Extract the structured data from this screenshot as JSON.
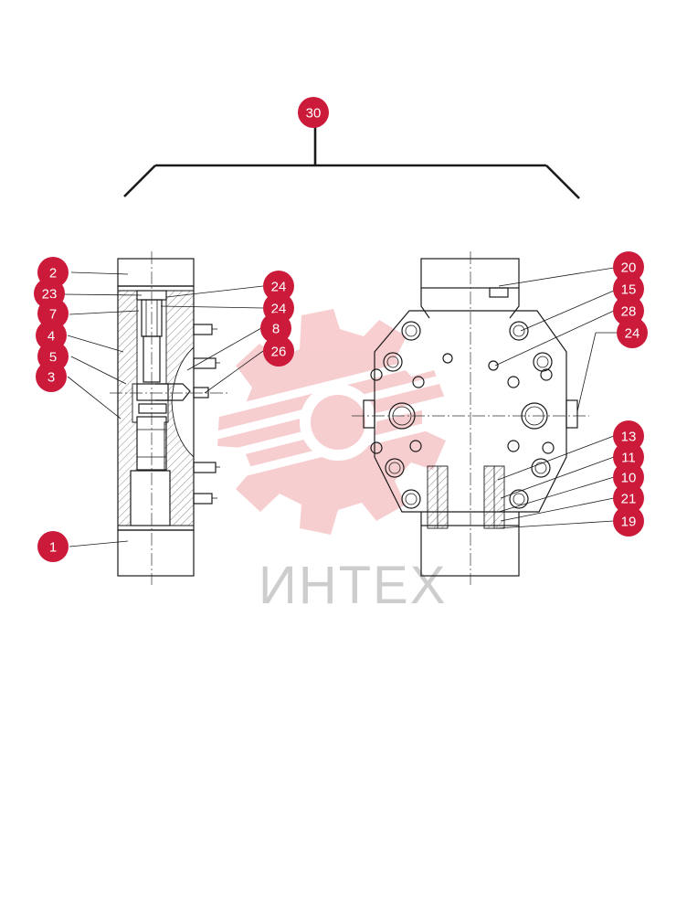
{
  "watermark": {
    "text": "ИНТЕХ",
    "logo_icon": "gear-logo-icon",
    "color": "#f7c9cc"
  },
  "badge_color": "#cc1a3a",
  "assembly_callout": "30",
  "left_view_callouts": [
    "2",
    "23",
    "7",
    "4",
    "5",
    "3",
    "1",
    "24",
    "24",
    "8",
    "26"
  ],
  "right_view_callouts": [
    "20",
    "15",
    "28",
    "24",
    "13",
    "11",
    "10",
    "21",
    "19"
  ]
}
